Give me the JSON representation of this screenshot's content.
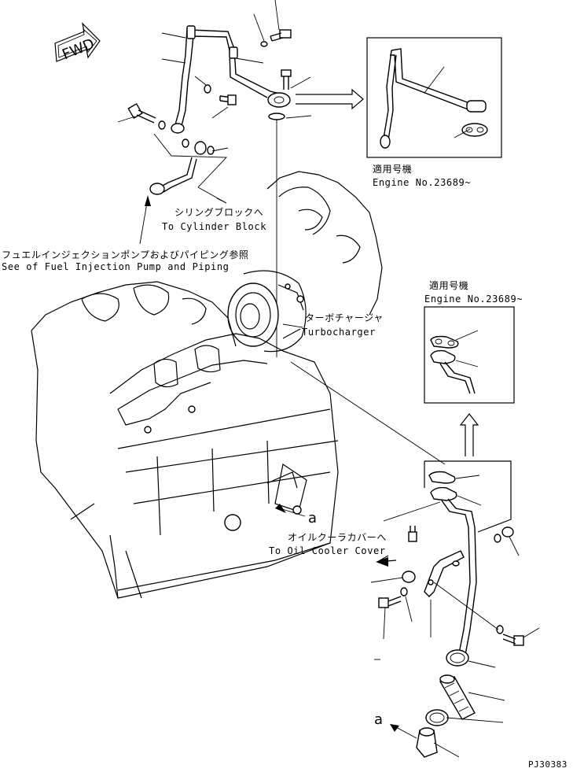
{
  "fwd_label": "FWD",
  "cylinder_block_jp": "シリングブロックへ",
  "cylinder_block_en": "To Cylinder Block",
  "fuel_pump_jp": "フュエルインジェクションポンプおよびパイピング参照",
  "fuel_pump_en": "See of Fuel Injection Pump and Piping",
  "turbo_jp": "ターボチャージャ",
  "turbo_en": "Turbocharger",
  "applicable_jp": "適用号機",
  "engine_no_top": "Engine No.23689~",
  "engine_no_right": "Engine No.23689~",
  "oil_cooler_jp": "オイルクーラカバーへ",
  "oil_cooler_en": "To Oil Cooler Cover",
  "ref_a_engine": "a",
  "ref_a_bottom": "a",
  "drawing_code": "PJ30383"
}
